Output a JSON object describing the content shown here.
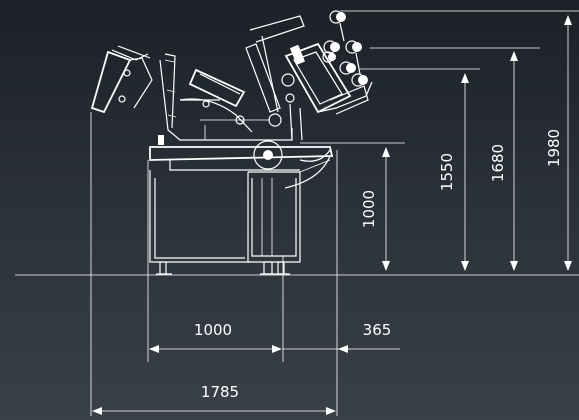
{
  "drawing": {
    "dimensions": {
      "height_1980": "1980",
      "height_1680": "1680",
      "height_1550": "1550",
      "height_1000": "1000",
      "width_1000": "1000",
      "width_365": "365",
      "width_1785": "1785"
    },
    "colors": {
      "background_top": "#1c2128",
      "background_bottom": "#3a4048",
      "line": "#ffffff"
    }
  }
}
